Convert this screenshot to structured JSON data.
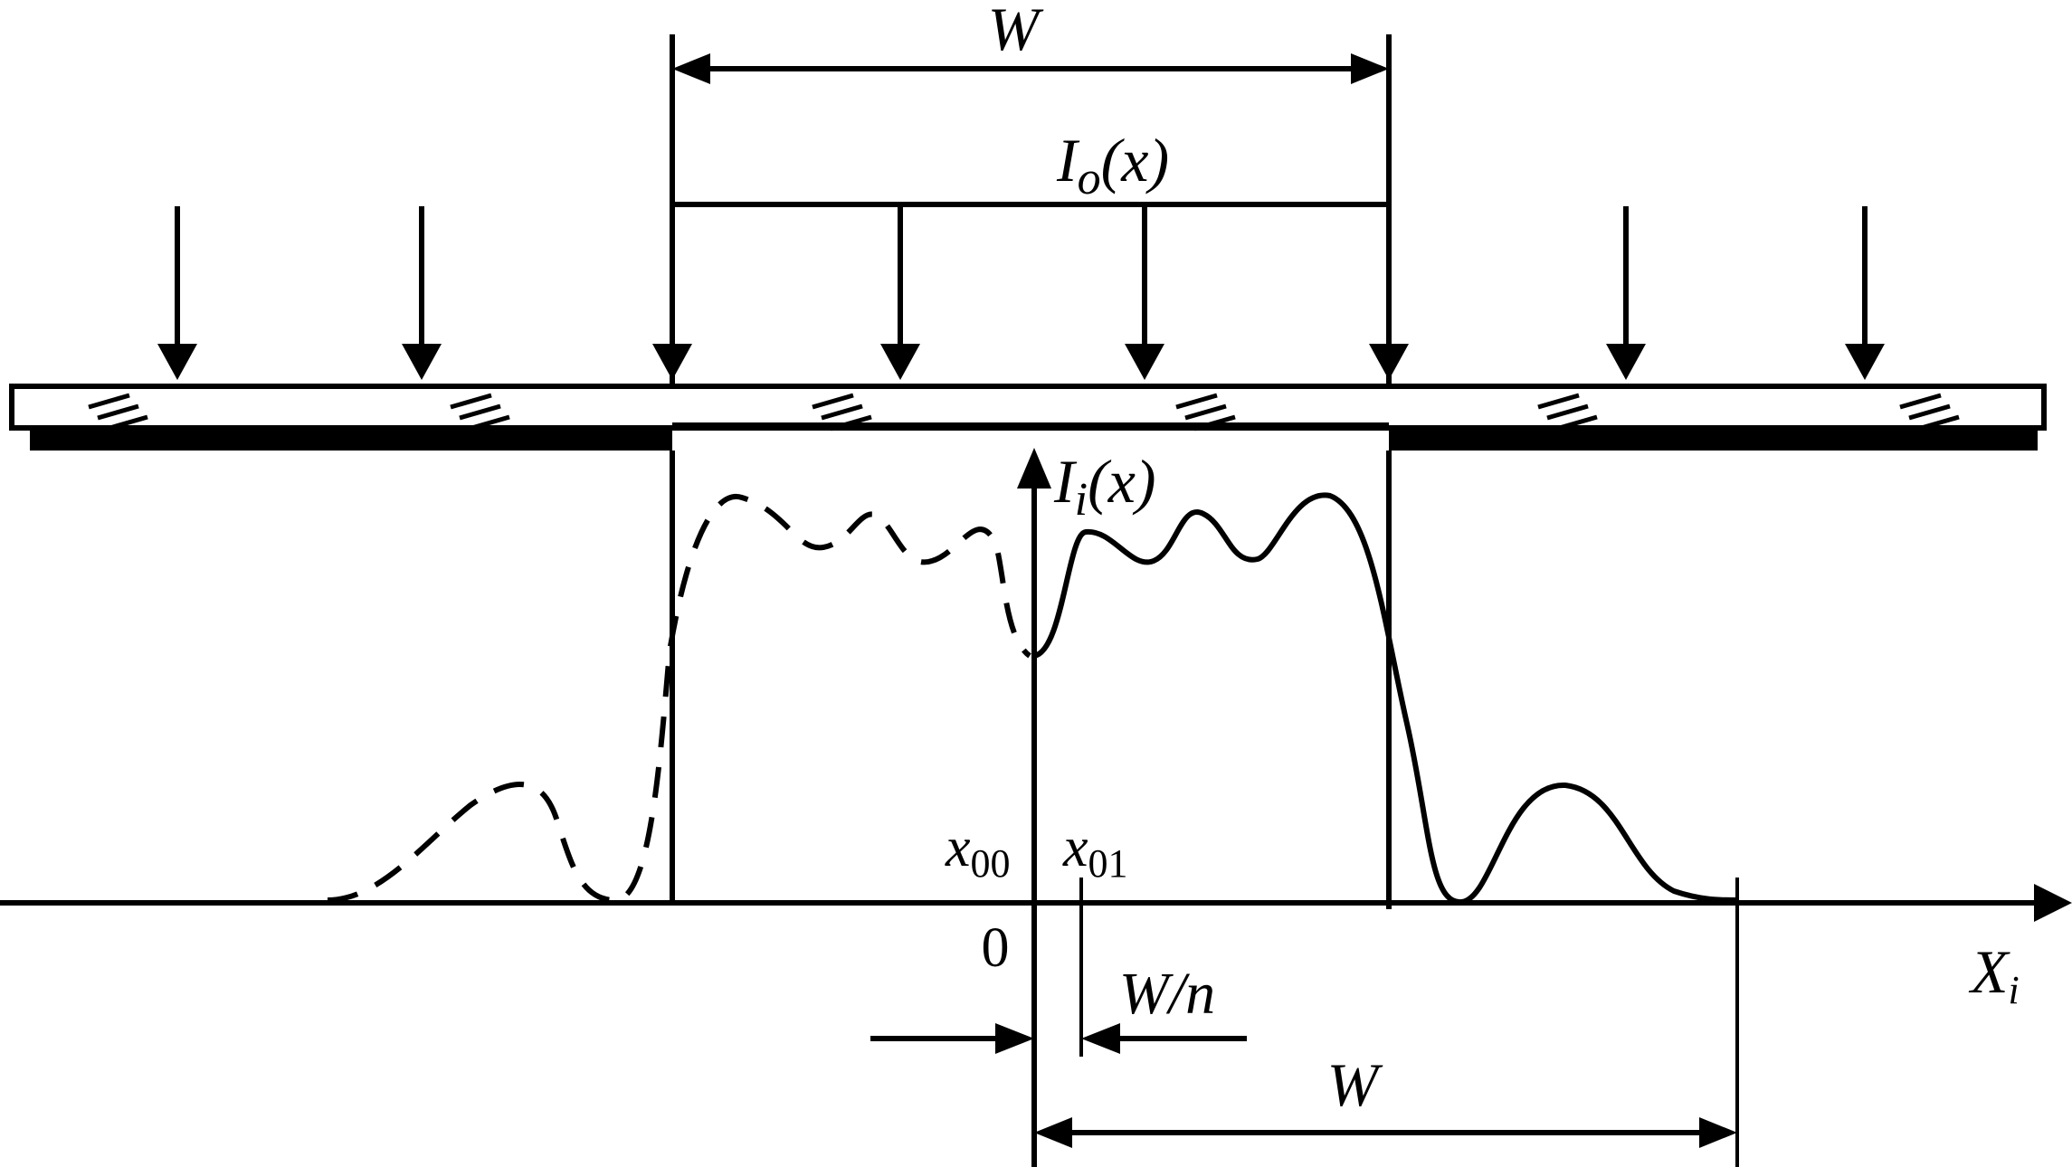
{
  "labels": {
    "top_width": "W",
    "object_intensity_main": "I",
    "object_intensity_sub": "o",
    "object_intensity_arg": "(x)",
    "image_intensity_main": "I",
    "image_intensity_sub": "i",
    "image_intensity_arg": "(x)",
    "x00_main": "x",
    "x00_sub": "00",
    "x01_main": "x",
    "x01_sub": "01",
    "origin": "0",
    "axis_main": "X",
    "axis_sub": "i",
    "shift": "W/n",
    "bottom_width": "W"
  },
  "curves": {
    "image_intensity": "solid",
    "shifted_image_intensity": "dashed"
  }
}
